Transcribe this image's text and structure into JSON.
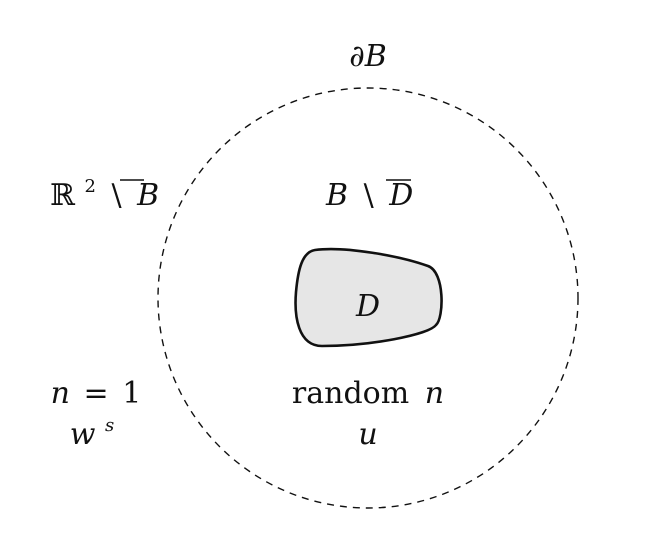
{
  "colors": {
    "stroke": "#111111",
    "obstacle_fill": "#e6e6e6",
    "background": "#ffffff"
  },
  "labels": {
    "boundary": {
      "sym": "∂B"
    },
    "exterior_region": {
      "blackboard": "ℝ",
      "sup": "2",
      "setminus": "\\",
      "closure": "B"
    },
    "annulus_region": {
      "left": "B",
      "setminus": "\\",
      "closure": "D"
    },
    "obstacle": "D",
    "exterior_index": {
      "lhs": "n",
      "eq": "=",
      "rhs": "1"
    },
    "exterior_field": {
      "base": "w",
      "sup": "s"
    },
    "interior_index": {
      "word": "random",
      "var": "n"
    },
    "interior_field": "u"
  }
}
